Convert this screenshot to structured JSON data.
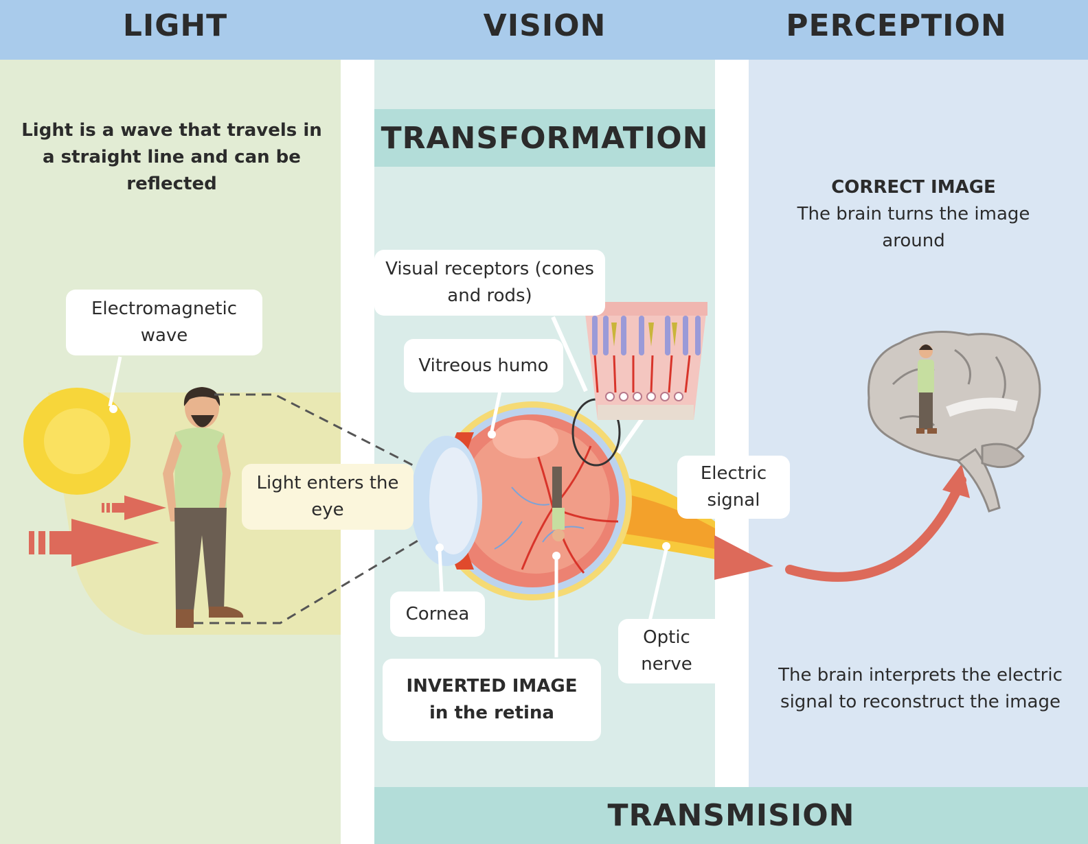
{
  "header": {
    "light": "LIGHT",
    "vision": "VISION",
    "perception": "PERCEPTION"
  },
  "bands": {
    "transformation": "TRANSFORMATION",
    "transmission": "TRANSMISION"
  },
  "light_panel": {
    "description": "Light is a wave that travels in a straight line and can be reflected",
    "callout_wave": "Electromagnetic wave",
    "callout_enters": "Light enters the eye"
  },
  "vision_panel": {
    "callout_receptors": "Visual receptors (cones and rods)",
    "callout_vitreous": "Vitreous humo",
    "callout_cornea": "Cornea",
    "callout_inverted_line1": "INVERTED IMAGE",
    "callout_inverted_line2": "in the retina",
    "callout_optic": "Optic nerve",
    "callout_signal": "Electric signal"
  },
  "perception_panel": {
    "correct_title": "CORRECT IMAGE",
    "correct_text": "The brain turns the image around",
    "interpret_text": "The brain interprets the electric signal to reconstruct the image"
  },
  "colors": {
    "header": "#a9cbeb",
    "light_bg": "#e2ecd4",
    "vision_bg": "#daece9",
    "perception_bg": "#dae6f3",
    "band": "#b3ddd9",
    "arrow": "#dd6a5a",
    "sun": "#f7d63a"
  }
}
